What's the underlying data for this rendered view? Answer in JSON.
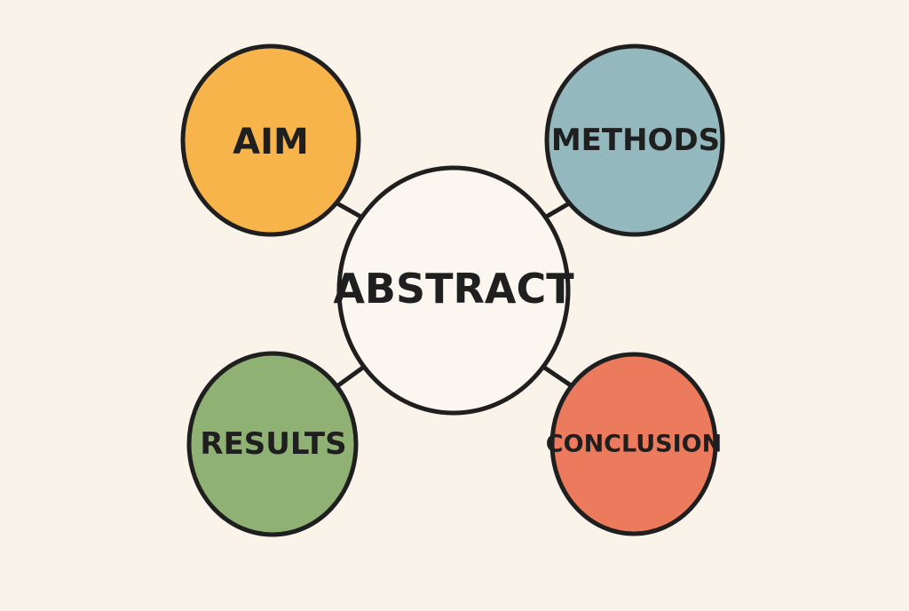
{
  "diagram": {
    "center": {
      "label": "ABSTRACT",
      "color": "#fbf6ef"
    },
    "nodes": [
      {
        "id": "aim",
        "label": "AIM",
        "color": "#f6b44b"
      },
      {
        "id": "methods",
        "label": "METHODS",
        "color": "#93b9bf"
      },
      {
        "id": "results",
        "label": "RESULTS",
        "color": "#8fb274"
      },
      {
        "id": "conclusion",
        "label": "CONCLUSION",
        "color": "#ec7a5c"
      }
    ],
    "outline_color": "#1f1f1f",
    "background_color": "#faf3ea"
  }
}
